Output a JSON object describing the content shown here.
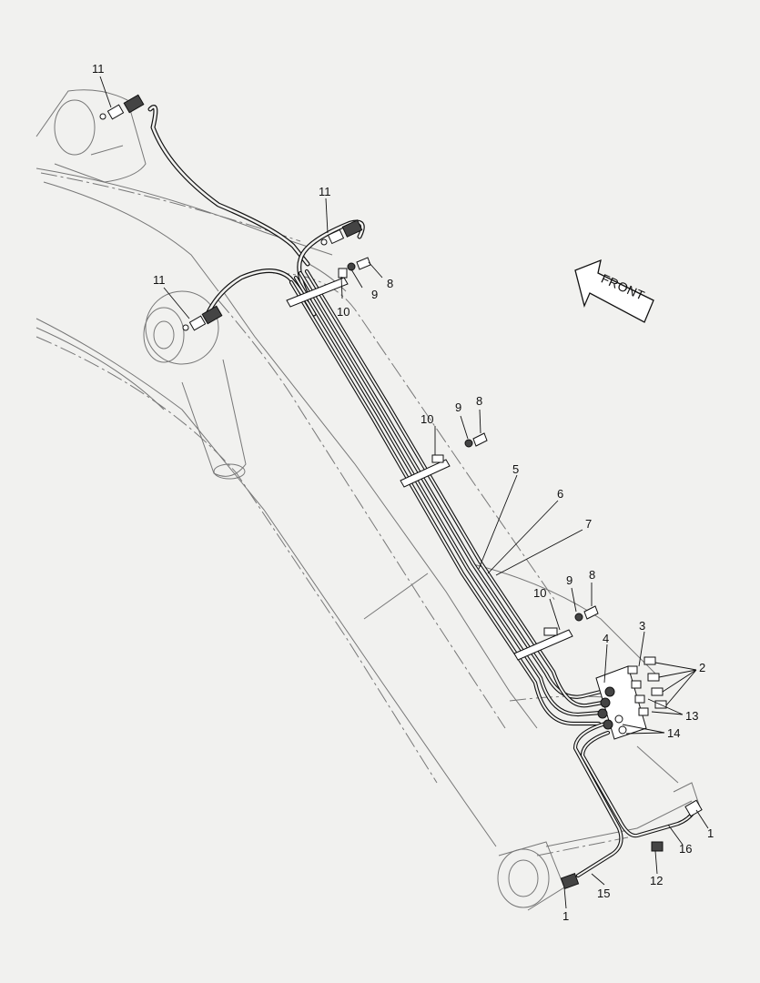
{
  "diagram": {
    "direction_label": "FRONT",
    "callouts": [
      {
        "id": "c11a",
        "text": "11"
      },
      {
        "id": "c11b",
        "text": "11"
      },
      {
        "id": "c11c",
        "text": "11"
      },
      {
        "id": "c8a",
        "text": "8"
      },
      {
        "id": "c9a",
        "text": "9"
      },
      {
        "id": "c10a",
        "text": "10"
      },
      {
        "id": "c9b",
        "text": "9"
      },
      {
        "id": "c8b",
        "text": "8"
      },
      {
        "id": "c10b",
        "text": "10"
      },
      {
        "id": "c5",
        "text": "5"
      },
      {
        "id": "c6",
        "text": "6"
      },
      {
        "id": "c7",
        "text": "7"
      },
      {
        "id": "c9c",
        "text": "9"
      },
      {
        "id": "c8c",
        "text": "8"
      },
      {
        "id": "c10c",
        "text": "10"
      },
      {
        "id": "c3",
        "text": "3"
      },
      {
        "id": "c4",
        "text": "4"
      },
      {
        "id": "c2",
        "text": "2"
      },
      {
        "id": "c13",
        "text": "13"
      },
      {
        "id": "c14",
        "text": "14"
      },
      {
        "id": "c1a",
        "text": "1"
      },
      {
        "id": "c16",
        "text": "16"
      },
      {
        "id": "c12",
        "text": "12"
      },
      {
        "id": "c15",
        "text": "15"
      },
      {
        "id": "c1b",
        "text": "1"
      }
    ]
  }
}
